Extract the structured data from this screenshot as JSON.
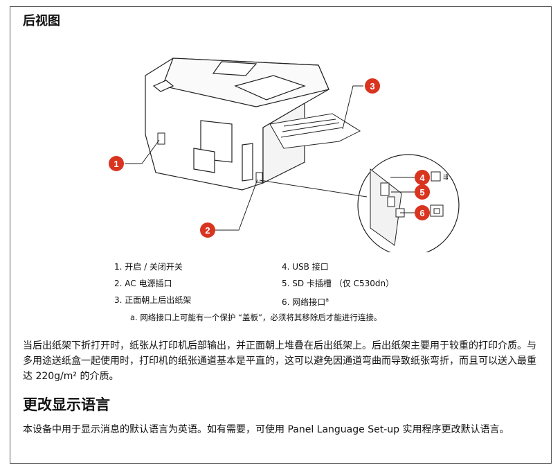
{
  "page": {
    "title": "后视图",
    "callouts": [
      "1",
      "2",
      "3",
      "4",
      "5",
      "6"
    ],
    "legend_left": [
      "1. 开启 / 关闭开关",
      "2. AC 电源插口",
      "3. 正面朝上后出纸架"
    ],
    "legend_right": [
      "4. USB 接口",
      "5. SD 卡插槽 （仅 C530dn）",
      "6. 网络接口"
    ],
    "legend_right_superscript": "a",
    "footnote": "a.   网络接口上可能有一个保护 “盖板”，必须将其移除后才能进行连接。",
    "paragraph1": "当后出纸架下折打开时，纸张从打印机后部输出，并正面朝上堆叠在后出纸架上。后出纸架主要用于较重的打印介质。与多用途送纸盒一起使用时，打印机的纸张通道基本是平直的，这可以避免因通道弯曲而导致纸张弯折，而且可以送入最重达 220g/m² 的介质。",
    "section_title": "更改显示语言",
    "paragraph2": "本设备中用于显示消息的默认语言为英语。如有需要，可使用 Panel Language Set-up 实用程序更改默认语言。"
  },
  "colors": {
    "callout": "#d9341f",
    "text": "#111111",
    "line": "#222222"
  }
}
